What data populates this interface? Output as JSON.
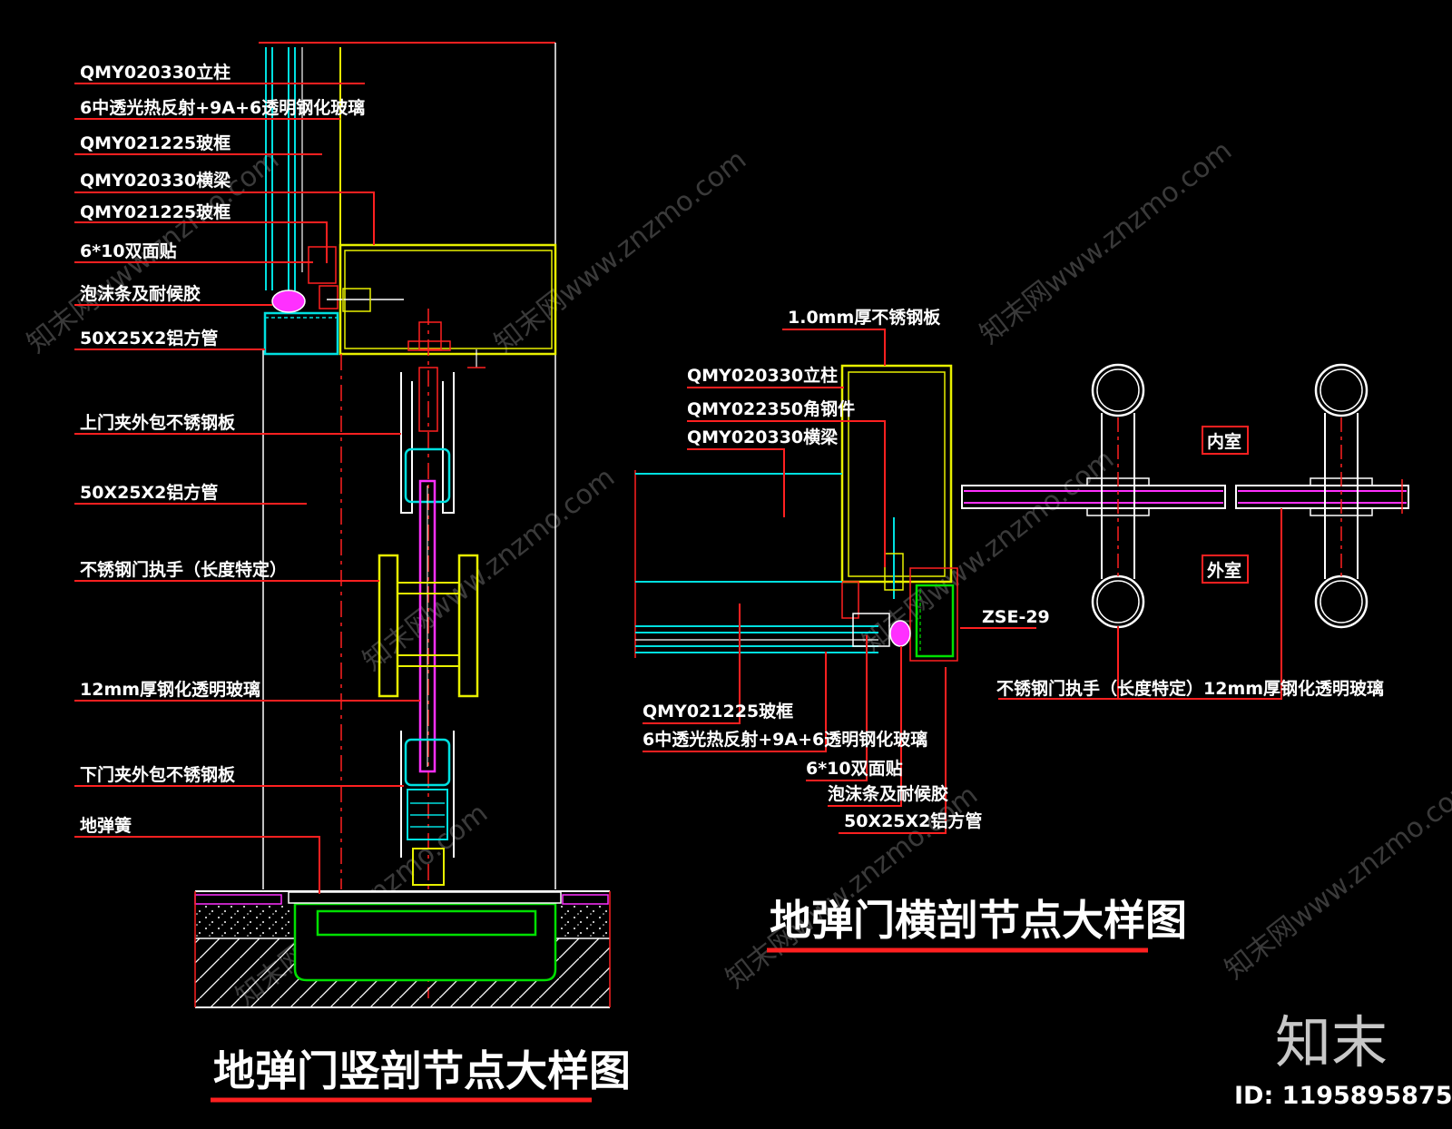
{
  "colors": {
    "background": "#000000",
    "leader": "#ff2020",
    "structure": "#e8f000",
    "glass": "#00e0e0",
    "green": "#00e000",
    "magenta": "#ff30ff",
    "white": "#ffffff"
  },
  "vertical_section": {
    "title": "地弹门竖剖节点大样图",
    "labels": [
      "QMY020330立柱",
      "6中透光热反射+9A+6透明钢化玻璃",
      "QMY021225玻框",
      "QMY020330横梁",
      "QMY021225玻框",
      "6*10双面贴",
      "泡沫条及耐候胶",
      "50X25X2铝方管",
      "上门夹外包不锈钢板",
      "50X25X2铝方管",
      "不锈钢门执手（长度特定）",
      "12mm厚钢化透明玻璃",
      "下门夹外包不锈钢板",
      "地弹簧"
    ]
  },
  "horizontal_section": {
    "title": "地弹门横剖节点大样图",
    "labels_top": [
      "1.0mm厚不锈钢板",
      "QMY020330立柱",
      "QMY022350角钢件",
      "QMY020330横梁"
    ],
    "label_side": "ZSE-29",
    "labels_bottom": [
      "QMY021225玻框",
      "6中透光热反射+9A+6透明钢化玻璃",
      "6*10双面贴",
      "泡沫条及耐候胶",
      "50X25X2铝方管"
    ]
  },
  "handle_plan": {
    "label_inner": "内室",
    "label_outer": "外室",
    "caption": "不锈钢门执手（长度特定）12mm厚钢化透明玻璃"
  },
  "watermark": {
    "text": "知末网www.znzmo.com",
    "brand": "知末",
    "id": "ID: 1195895875"
  }
}
